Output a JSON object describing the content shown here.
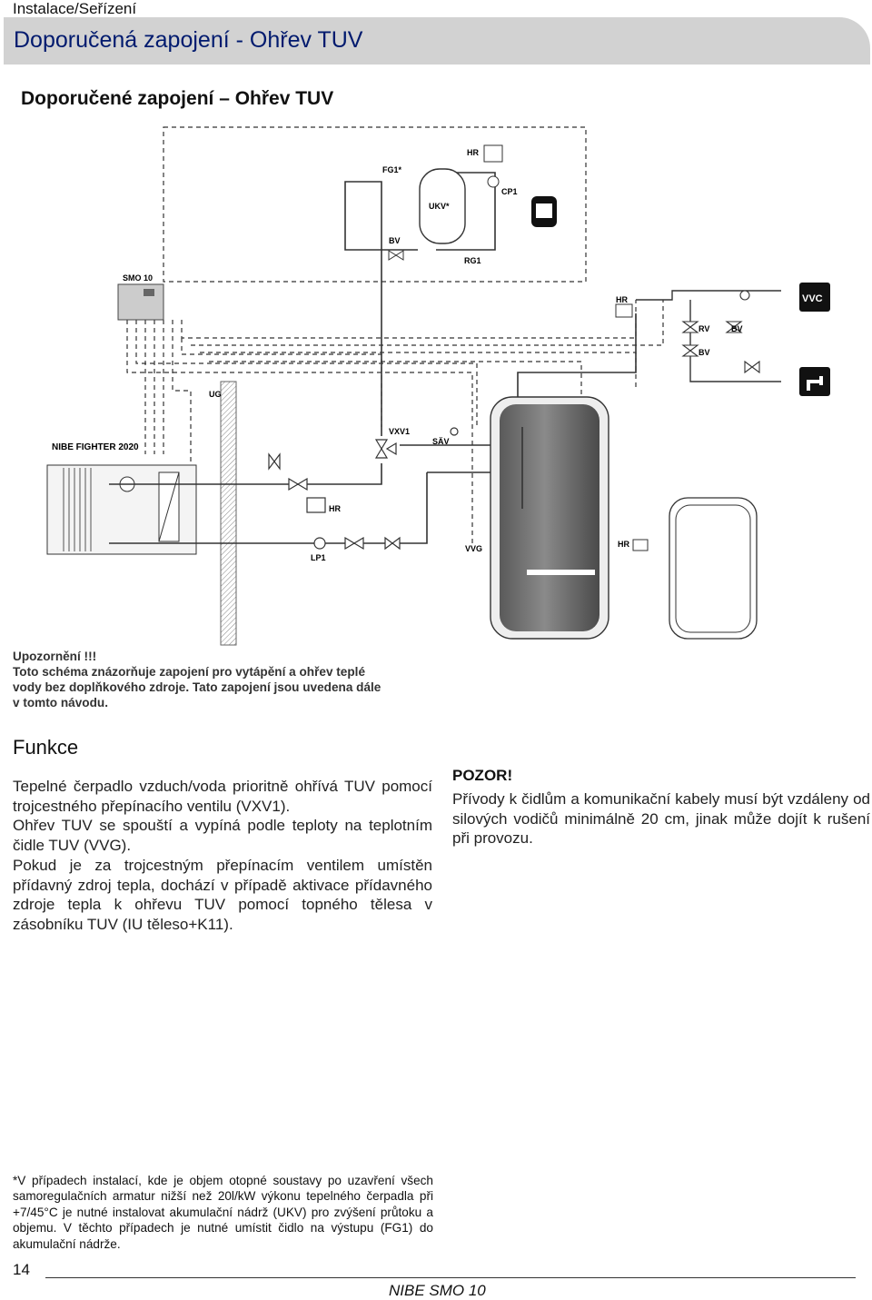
{
  "header": {
    "section": "Instalace/Seřízení",
    "title": "Doporučená zapojení -  Ohřev TUV"
  },
  "subtitle": "Doporučené zapojení – Ohřev TUV",
  "diagram_labels": {
    "hr": "HR",
    "fg1": "FG1*",
    "cp1": "CP1",
    "ukv": "UKV*",
    "bv": "BV",
    "rg1": "RG1",
    "smo10": "SMO 10",
    "ug": "UG",
    "fighter": "NIBE FIGHTER 2020",
    "vxv1": "VXV1",
    "sav": "SÄV",
    "lp1": "LP1",
    "vvg": "VVG",
    "rv": "RV",
    "vvc": "VVC"
  },
  "warning": {
    "heading": "Upozornění !!!",
    "lines": [
      "Toto schéma znázorňuje zapojení pro vytápění a ohřev teplé",
      "vody bez doplňkového zdroje. Tato zapojení jsou uvedena dále",
      "v tomto návodu."
    ]
  },
  "funkce": {
    "heading": "Funkce",
    "paragraphs": [
      "Tepelné čerpadlo vzduch/voda prioritně ohřívá TUV pomocí trojcestného přepínacího ventilu (VXV1).",
      "Ohřev TUV se spouští a vypíná podle teploty na teplotním čidle TUV (VVG).",
      "Pokud je za trojcestným přepínacím ventilem umístěn přídavný zdroj tepla, dochází v případě aktivace přídavného zdroje tepla k ohřevu TUV pomocí topného tělesa v zásobníku TUV (IU těleso+K11)."
    ]
  },
  "pozor": {
    "heading": "POZOR!",
    "text": "Přívody k čidlům a komunikační kabely musí být vzdáleny od silových vodičů minimálně 20 cm, jinak může dojít k rušení při provozu."
  },
  "footnote": "*V případech instalací, kde je objem otopné soustavy po uzavření všech samoregulačních armatur nižší než 20l/kW výkonu tepelného čerpadla při +7/45°C je nutné instalovat akumulační nádrž (UKV) pro zvýšení průtoku a objemu. V těchto případech je nutné umístit čidlo na výstupu (FG1) do akumulační nádrže.",
  "footer": {
    "page": "14",
    "product": "NIBE SMO 10"
  }
}
